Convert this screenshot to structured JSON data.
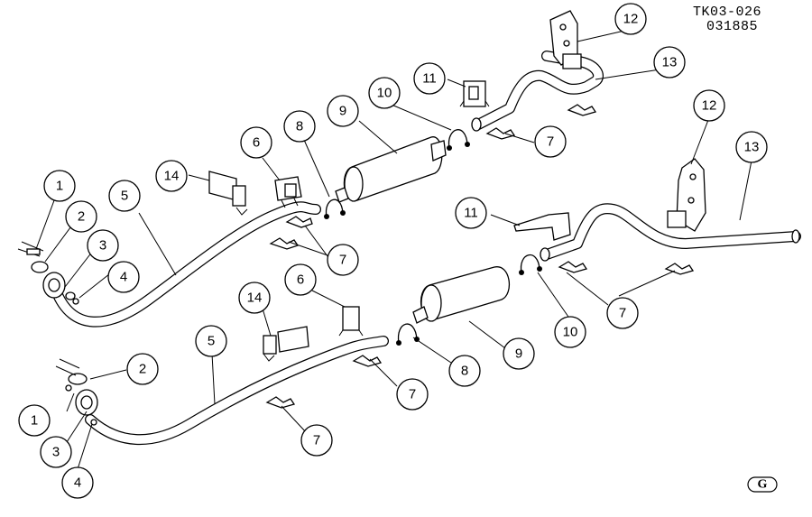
{
  "diagram": {
    "ref_code": "TK03-026",
    "ref_date": "031885",
    "brand_mark": "G",
    "callouts": [
      {
        "id": "c1a",
        "label": "1"
      },
      {
        "id": "c2a",
        "label": "2"
      },
      {
        "id": "c3a",
        "label": "3"
      },
      {
        "id": "c4a",
        "label": "4"
      },
      {
        "id": "c5a",
        "label": "5"
      },
      {
        "id": "c6a",
        "label": "6"
      },
      {
        "id": "c7a",
        "label": "7"
      },
      {
        "id": "c8a",
        "label": "8"
      },
      {
        "id": "c9a",
        "label": "9"
      },
      {
        "id": "c10a",
        "label": "10"
      },
      {
        "id": "c11a",
        "label": "11"
      },
      {
        "id": "c12a",
        "label": "12"
      },
      {
        "id": "c13a",
        "label": "13"
      },
      {
        "id": "c14a",
        "label": "14"
      },
      {
        "id": "c7b",
        "label": "7"
      },
      {
        "id": "c1b",
        "label": "1"
      },
      {
        "id": "c2b",
        "label": "2"
      },
      {
        "id": "c3b",
        "label": "3"
      },
      {
        "id": "c4b",
        "label": "4"
      },
      {
        "id": "c5b",
        "label": "5"
      },
      {
        "id": "c6b",
        "label": "6"
      },
      {
        "id": "c7c",
        "label": "7"
      },
      {
        "id": "c7d",
        "label": "7"
      },
      {
        "id": "c8b",
        "label": "8"
      },
      {
        "id": "c9b",
        "label": "9"
      },
      {
        "id": "c10b",
        "label": "10"
      },
      {
        "id": "c11b",
        "label": "11"
      },
      {
        "id": "c12b",
        "label": "12"
      },
      {
        "id": "c13b",
        "label": "13"
      },
      {
        "id": "c14b",
        "label": "14"
      },
      {
        "id": "c7e",
        "label": "7"
      }
    ]
  }
}
